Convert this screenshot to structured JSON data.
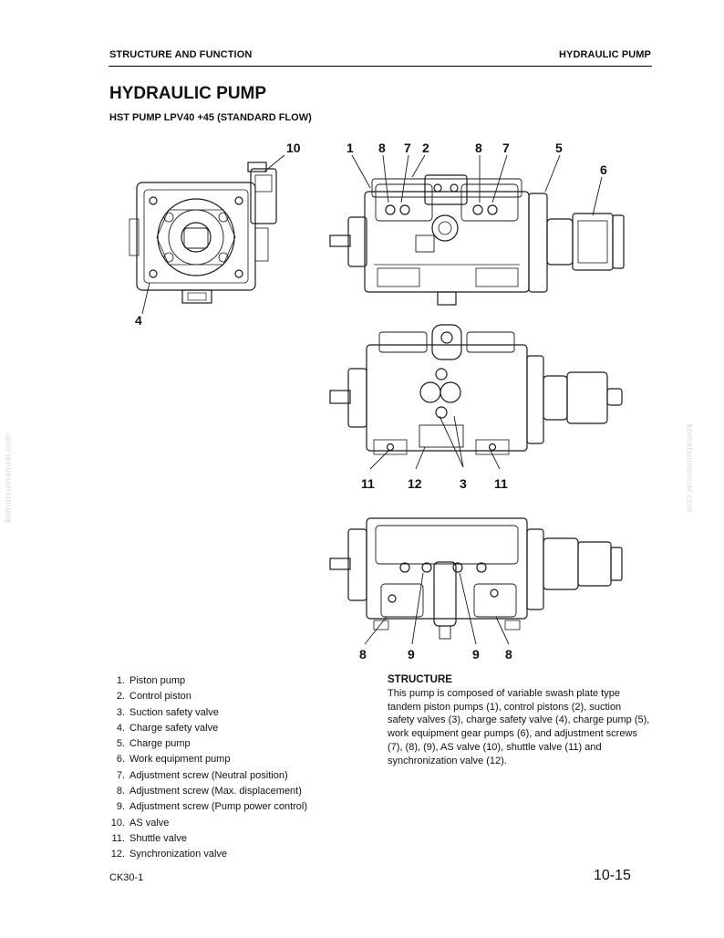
{
  "header": {
    "left": "STRUCTURE AND FUNCTION",
    "right": "HYDRAULIC PUMP"
  },
  "title": "HYDRAULIC PUMP",
  "subtitle": "HST PUMP LPV40 +45 (STANDARD FLOW)",
  "callouts": {
    "top_left": [
      "10",
      "4"
    ],
    "top_right": [
      "1",
      "8",
      "7",
      "2",
      "8",
      "7",
      "5",
      "6"
    ],
    "middle": [
      "11",
      "12",
      "3",
      "11"
    ],
    "bottom": [
      "8",
      "9",
      "9",
      "8"
    ]
  },
  "parts_list": [
    {
      "num": "1.",
      "label": "Piston pump"
    },
    {
      "num": "2.",
      "label": "Control piston"
    },
    {
      "num": "3.",
      "label": "Suction safety valve"
    },
    {
      "num": "4.",
      "label": "Charge safety valve"
    },
    {
      "num": "5.",
      "label": "Charge pump"
    },
    {
      "num": "6.",
      "label": "Work equipment pump"
    },
    {
      "num": "7.",
      "label": "Adjustment screw (Neutral position)"
    },
    {
      "num": "8.",
      "label": "Adjustment screw (Max. displacement)"
    },
    {
      "num": "9.",
      "label": "Adjustment screw (Pump power control)"
    },
    {
      "num": "10.",
      "label": "AS valve"
    },
    {
      "num": "11.",
      "label": "Shuttle valve"
    },
    {
      "num": "12.",
      "label": "Synchronization valve"
    }
  ],
  "structure": {
    "heading": "STRUCTURE",
    "lines": [
      "This pump is composed of variable swash plate type",
      "tandem piston pumps (1), control pistons (2), suction",
      "safety valves (3), charge safety valve (4), charge pump (5),",
      "work equipment gear pumps (6), and adjustment screws",
      "(7), (8), (9), AS valve (10), shuttle valve (11) and",
      "synchronization valve (12)."
    ]
  },
  "footer": {
    "model": "CK30-1",
    "page": "10-15"
  },
  "watermark": "komatsumanual.com"
}
